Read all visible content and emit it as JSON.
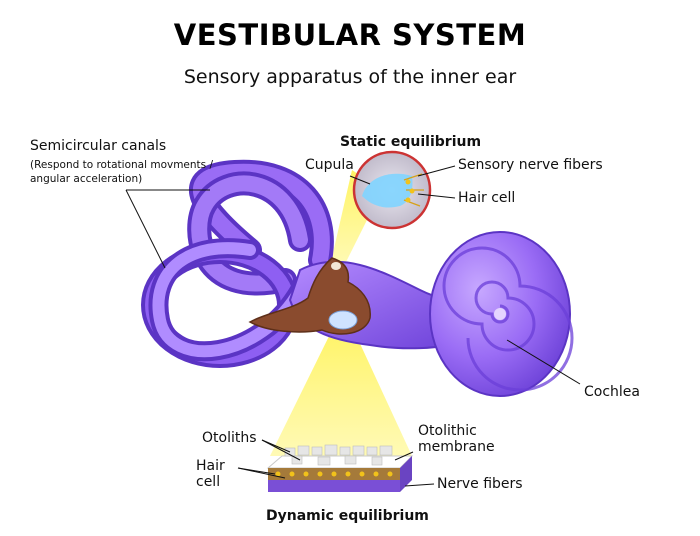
{
  "title": "VESTIBULAR SYSTEM",
  "subtitle": "Sensory apparatus of the inner ear",
  "labels": {
    "semicircular_canals": "Semicircular canals",
    "semicircular_note_1": "(Respond to rotational movments /",
    "semicircular_note_2": "angular acceleration)",
    "static_equilibrium": "Static equilibrium",
    "cupula": "Cupula",
    "sensory_nerve_fibers": "Sensory nerve fibers",
    "hair_cell_top": "Hair cell",
    "cochlea": "Cochlea",
    "otoliths": "Otoliths",
    "otolithic_1": "Otolithic",
    "otolithic_2": "membrane",
    "hair_1": "Hair",
    "hair_2": "cell",
    "nerve_fibers": "Nerve fibers",
    "dynamic_equilibrium": "Dynamic equilibrium"
  },
  "colors": {
    "labyrinth": "#8a5cf0",
    "labyrinth_dark": "#5b34c4",
    "vestibule": "#8a4b2e",
    "highlight_beam": "#fff35a",
    "otolith": "#eaeaea"
  }
}
